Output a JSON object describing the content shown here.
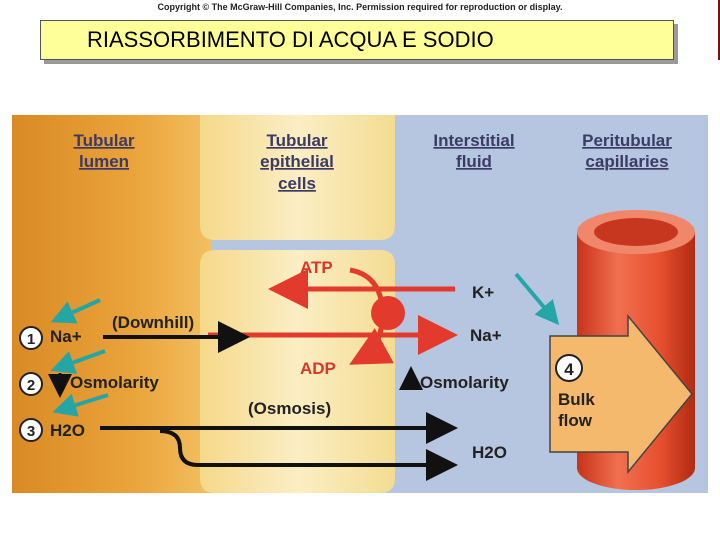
{
  "copyright": "Copyright © The McGraw-Hill Companies, Inc. Permission required for reproduction or display.",
  "title": "RIASSORBIMENTO DI ACQUA E  SODIO",
  "regions": {
    "tubular_lumen": [
      "Tubular",
      "lumen"
    ],
    "epithelial_cells": [
      "Tubular",
      "epithelial",
      "cells"
    ],
    "interstitial_fluid": [
      "Interstitial",
      "fluid"
    ],
    "peritubular_capillaries": [
      "Peritubular",
      "capillaries"
    ]
  },
  "labels": {
    "atp": "ATP",
    "adp": "ADP",
    "k_plus": "K+",
    "na_plus_right": "Na+",
    "na_plus_left": "Na+",
    "downhill": "(Downhill)",
    "osmosis": "(Osmosis)",
    "osmolarity_left": "Osmolarity",
    "osmolarity_right": "Osmolarity",
    "h2o_left": "H2O",
    "h2o_right": "H2O",
    "bulk_flow": [
      "Bulk",
      "flow"
    ]
  },
  "steps": [
    "1",
    "2",
    "3",
    "4"
  ],
  "colors": {
    "lumen": "#e8a53a",
    "cells": "#f7e4a6",
    "interstitial": "#b7c6e0",
    "arrow_red": "#e23a2c",
    "arrow_black": "#111111",
    "teal": "#25a6a6",
    "capillary": "#e7502f",
    "bulk_arrow": "#f4b96c"
  }
}
